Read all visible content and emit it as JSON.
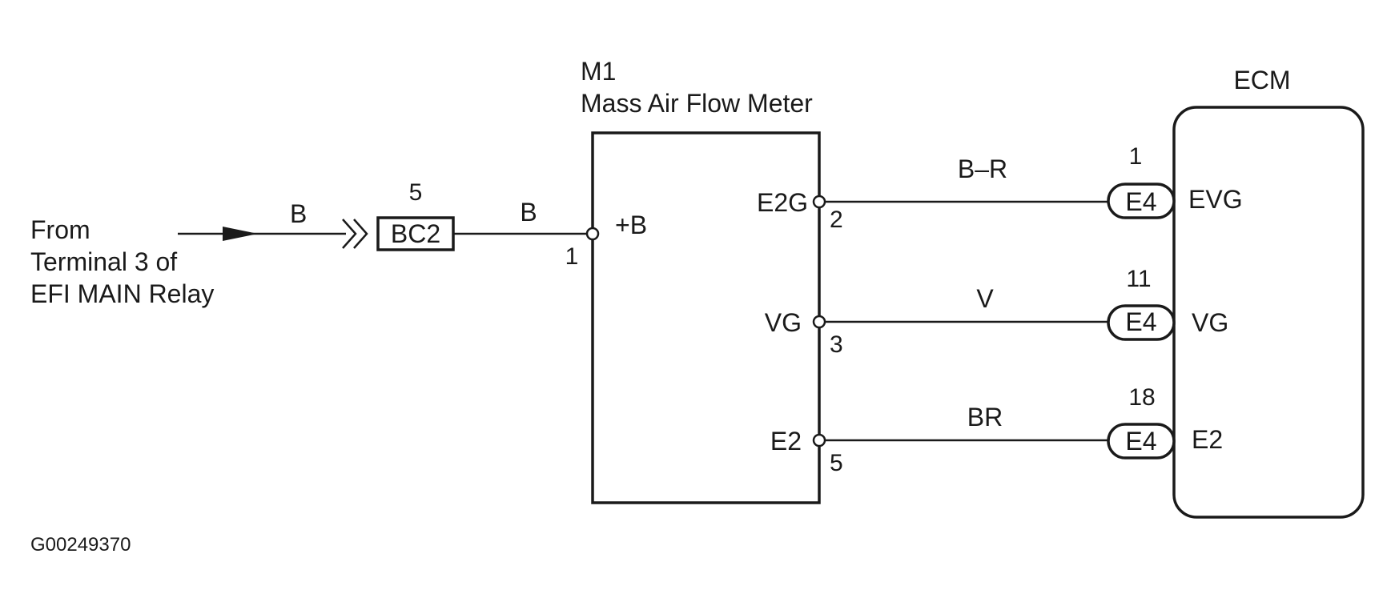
{
  "source": {
    "lines": [
      "From",
      "Terminal 3 of",
      "EFI MAIN Relay"
    ]
  },
  "wire_in": {
    "color": "B"
  },
  "junction": {
    "name": "BC2",
    "pin": "5"
  },
  "wire_meter": {
    "color": "B"
  },
  "meter": {
    "code": "M1",
    "name": "Mass Air Flow Meter",
    "terminals": [
      {
        "label": "+B",
        "pin": "1"
      },
      {
        "label": "E2G",
        "pin": "2"
      },
      {
        "label": "VG",
        "pin": "3"
      },
      {
        "label": "E2",
        "pin": "5"
      }
    ]
  },
  "wires": [
    {
      "color": "B–R"
    },
    {
      "color": "V"
    },
    {
      "color": "BR"
    }
  ],
  "ecm": {
    "title": "ECM",
    "connections": [
      {
        "connector": "E4",
        "pin": "1",
        "label": "EVG"
      },
      {
        "connector": "E4",
        "pin": "11",
        "label": "VG"
      },
      {
        "connector": "E4",
        "pin": "18",
        "label": "E2"
      }
    ]
  },
  "figure_id": "G00249370"
}
